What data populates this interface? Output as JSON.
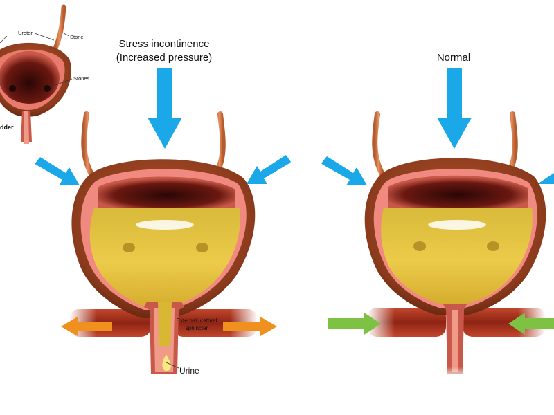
{
  "labels": {
    "stress_title_line1": "Stress incontinence",
    "stress_title_line2": "(Increased pressure)",
    "normal_title": "Normal",
    "sphincter_line1": "External urethral",
    "sphincter_line2": "sphincter",
    "urine": "Urine",
    "inset_ureter": "Ureter",
    "inset_stone": "Stone",
    "inset_stones": "Stones",
    "inset_bladder_partial": "dder"
  },
  "colors": {
    "pressure_arrow": "#1aa8e8",
    "sphincter_open_arrow": "#f0901e",
    "sphincter_closed_arrow": "#7dc242",
    "bladder_wall": "#8c3a1e",
    "bladder_lining": "#f08a80",
    "urine": "#e8c23c",
    "muscle": "#a8321e"
  }
}
